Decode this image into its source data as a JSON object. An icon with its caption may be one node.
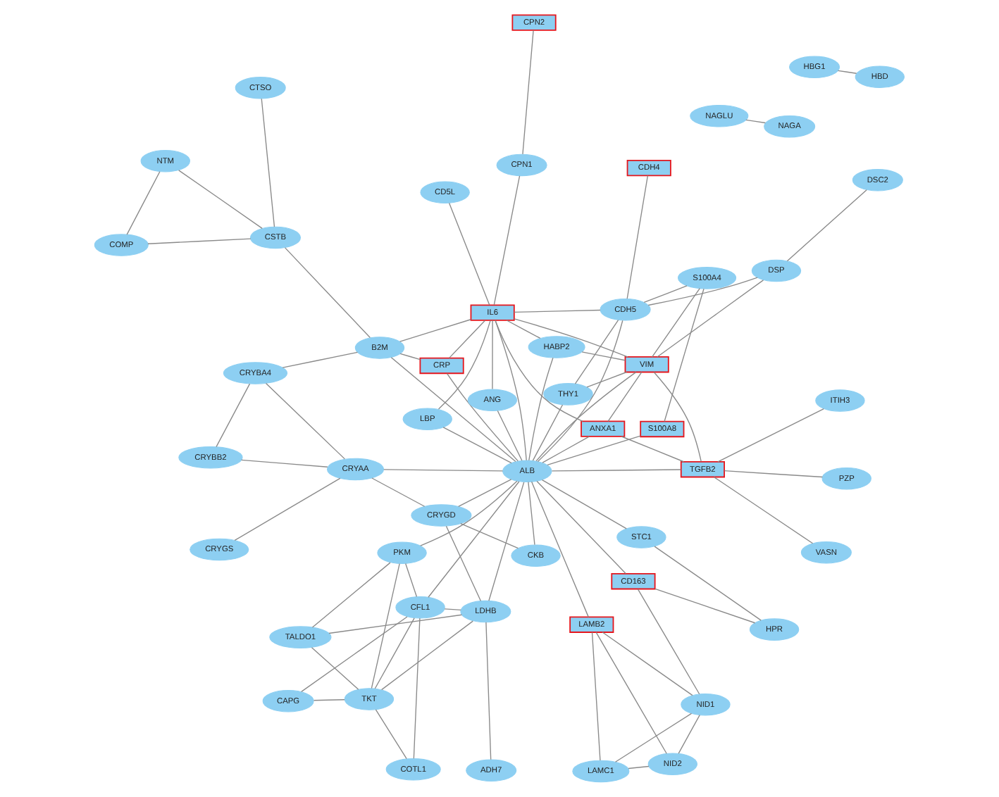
{
  "diagram": {
    "nodes": [
      {
        "text": [
          "CAPG"
        ]
      },
      {
        "text": [
          "COTL1"
        ]
      },
      {
        "text": [
          "TKT"
        ]
      },
      {
        "text": [
          "TALDO1"
        ]
      },
      {
        "text": [
          "ADH7"
        ]
      },
      {
        "text": [
          "CFL1"
        ]
      },
      {
        "text": [
          "PKM"
        ]
      },
      {
        "text": [
          "LDHB"
        ]
      },
      {
        "text": [
          "LAMC1"
        ]
      },
      {
        "text": [
          "LAMB2"
        ]
      },
      {
        "text": [
          "NID2"
        ]
      },
      {
        "text": [
          "CRYGS"
        ]
      },
      {
        "text": [
          "HPR"
        ]
      },
      {
        "text": [
          "CRYGD"
        ]
      },
      {
        "text": [
          "NID1"
        ]
      },
      {
        "text": [
          "CKB"
        ]
      },
      {
        "text": [
          "CRYAA"
        ]
      },
      {
        "text": [
          "CRYBB2"
        ]
      },
      {
        "text": [
          "NAGLU"
        ]
      },
      {
        "text": [
          "STC1"
        ]
      },
      {
        "text": [
          "CD163"
        ]
      },
      {
        "text": [
          "ALB"
        ]
      },
      {
        "text": [
          "LBP"
        ]
      },
      {
        "text": [
          "CRP"
        ]
      },
      {
        "text": [
          "ITIH3"
        ]
      },
      {
        "text": [
          "CRYBA4"
        ]
      },
      {
        "text": [
          "NAGA"
        ]
      },
      {
        "text": [
          "ANG"
        ]
      },
      {
        "text": [
          "CPN1"
        ]
      },
      {
        "text": [
          "CPN2"
        ]
      },
      {
        "text": [
          "IL6"
        ]
      },
      {
        "text": [
          "ANXA1"
        ]
      },
      {
        "text": [
          "B2M"
        ]
      },
      {
        "text": [
          "S100A8"
        ]
      },
      {
        "text": [
          "THY1"
        ]
      },
      {
        "text": [
          "HABP2"
        ]
      },
      {
        "text": [
          "TGFB2"
        ]
      },
      {
        "text": [
          "CSTB"
        ]
      },
      {
        "text": [
          "NTM"
        ]
      },
      {
        "text": [
          "CD5L"
        ]
      },
      {
        "text": [
          "CDH5"
        ]
      },
      {
        "text": [
          "VIM"
        ]
      },
      {
        "text": [
          "CTSO"
        ]
      },
      {
        "text": [
          "COMP"
        ]
      },
      {
        "text": [
          "S100A4"
        ]
      },
      {
        "text": [
          "PZP"
        ]
      },
      {
        "text": [
          "HBG1"
        ]
      },
      {
        "text": [
          "VASN"
        ]
      },
      {
        "text": [
          "CDH4"
        ]
      },
      {
        "text": [
          "DSP"
        ]
      },
      {
        "text": [
          "HBD"
        ]
      },
      {
        "text": [
          "DSC2"
        ]
      }
    ],
    "edges": [
      {
        "from": 0,
        "to": 2,
        "arrow": "none"
      },
      {
        "from": 0,
        "to": 5,
        "arrow": "none"
      },
      {
        "from": 1,
        "to": 2,
        "arrow": "none"
      },
      {
        "from": 1,
        "to": 5,
        "arrow": "none"
      },
      {
        "from": 2,
        "to": 3,
        "arrow": "none"
      },
      {
        "from": 2,
        "to": 5,
        "arrow": "none"
      },
      {
        "from": 2,
        "to": 6,
        "arrow": "none"
      },
      {
        "from": 2,
        "to": 7,
        "arrow": "none"
      },
      {
        "from": 3,
        "to": 6,
        "arrow": "none"
      },
      {
        "from": 3,
        "to": 7,
        "arrow": "none"
      },
      {
        "from": 4,
        "to": 7,
        "arrow": "none"
      },
      {
        "from": 5,
        "to": 6,
        "arrow": "none"
      },
      {
        "from": 5,
        "to": 7,
        "arrow": "none"
      },
      {
        "from": 5,
        "to": 21,
        "arrow": "none"
      },
      {
        "from": 6,
        "to": 21,
        "arrow": "none"
      },
      {
        "from": 7,
        "to": 13,
        "arrow": "none"
      },
      {
        "from": 7,
        "to": 21,
        "arrow": "none"
      },
      {
        "from": 8,
        "to": 10,
        "arrow": "none"
      },
      {
        "from": 8,
        "to": 14,
        "arrow": "none"
      },
      {
        "from": 8,
        "to": 9,
        "arrow": "none"
      },
      {
        "from": 10,
        "to": 9,
        "arrow": "none"
      },
      {
        "from": 10,
        "to": 14,
        "arrow": "none"
      },
      {
        "from": 14,
        "to": 9,
        "arrow": "none"
      },
      {
        "from": 9,
        "to": 21,
        "arrow": "none"
      },
      {
        "from": 14,
        "to": 20,
        "arrow": "none"
      },
      {
        "from": 12,
        "to": 20,
        "arrow": "none"
      },
      {
        "from": 12,
        "to": 19,
        "arrow": "none"
      },
      {
        "from": 19,
        "to": 21,
        "arrow": "none"
      },
      {
        "from": 13,
        "to": 21,
        "arrow": "none"
      },
      {
        "from": 13,
        "to": 15,
        "arrow": "none"
      },
      {
        "from": 13,
        "to": 16,
        "arrow": "none"
      },
      {
        "from": 15,
        "to": 21,
        "arrow": "none"
      },
      {
        "from": 16,
        "to": 21,
        "arrow": "none"
      },
      {
        "from": 16,
        "to": 11,
        "arrow": "none"
      },
      {
        "from": 16,
        "to": 17,
        "arrow": "none"
      },
      {
        "from": 16,
        "to": 25,
        "arrow": "none"
      },
      {
        "from": 17,
        "to": 25,
        "arrow": "none"
      },
      {
        "from": 25,
        "to": 32,
        "arrow": "none"
      },
      {
        "from": 18,
        "to": 26,
        "arrow": "none"
      },
      {
        "from": 20,
        "to": 21,
        "arrow": "none"
      },
      {
        "from": 22,
        "to": 21,
        "arrow": "none"
      },
      {
        "from": 22,
        "to": 30,
        "arrow": "none"
      },
      {
        "from": 21,
        "to": 23,
        "arrow": "none"
      },
      {
        "from": 21,
        "to": 32,
        "arrow": "none"
      },
      {
        "from": 23,
        "to": 32,
        "arrow": "none"
      },
      {
        "from": 23,
        "to": 30,
        "arrow": "none"
      },
      {
        "from": 24,
        "to": 36,
        "arrow": "none"
      },
      {
        "from": 21,
        "to": 30,
        "arrow": "none"
      },
      {
        "from": 21,
        "to": 27,
        "arrow": "none"
      },
      {
        "from": 21,
        "to": 34,
        "arrow": "none"
      },
      {
        "from": 21,
        "to": 33,
        "arrow": "none"
      },
      {
        "from": 21,
        "to": 35,
        "arrow": "none"
      },
      {
        "from": 21,
        "to": 41,
        "arrow": "none"
      },
      {
        "from": 21,
        "to": 40,
        "arrow": "none"
      },
      {
        "from": 21,
        "to": 31,
        "arrow": "none"
      },
      {
        "from": 21,
        "to": 36,
        "arrow": "none"
      },
      {
        "from": 27,
        "to": 30,
        "arrow": "none"
      },
      {
        "from": 28,
        "to": 30,
        "arrow": "none"
      },
      {
        "from": 28,
        "to": 29,
        "arrow": "none"
      },
      {
        "from": 30,
        "to": 31,
        "arrow": "none"
      },
      {
        "from": 30,
        "to": 32,
        "arrow": "none"
      },
      {
        "from": 30,
        "to": 40,
        "arrow": "none"
      },
      {
        "from": 30,
        "to": 41,
        "arrow": "none"
      },
      {
        "from": 30,
        "to": 35,
        "arrow": "none"
      },
      {
        "from": 31,
        "to": 36,
        "arrow": "none"
      },
      {
        "from": 31,
        "to": 41,
        "arrow": "none"
      },
      {
        "from": 35,
        "to": 41,
        "arrow": "none"
      },
      {
        "from": 36,
        "to": 41,
        "arrow": "none"
      },
      {
        "from": 36,
        "to": 45,
        "arrow": "none"
      },
      {
        "from": 36,
        "to": 47,
        "arrow": "none"
      },
      {
        "from": 32,
        "to": 37,
        "arrow": "none"
      },
      {
        "from": 37,
        "to": 38,
        "arrow": "none"
      },
      {
        "from": 37,
        "to": 42,
        "arrow": "none"
      },
      {
        "from": 37,
        "to": 43,
        "arrow": "none"
      },
      {
        "from": 38,
        "to": 43,
        "arrow": "none"
      },
      {
        "from": 33,
        "to": 44,
        "arrow": "none"
      },
      {
        "from": 39,
        "to": 30,
        "arrow": "none"
      },
      {
        "from": 34,
        "to": 40,
        "arrow": "none"
      },
      {
        "from": 34,
        "to": 41,
        "arrow": "none"
      },
      {
        "from": 40,
        "to": 44,
        "arrow": "none"
      },
      {
        "from": 40,
        "to": 48,
        "arrow": "none"
      },
      {
        "from": 40,
        "to": 49,
        "arrow": "none"
      },
      {
        "from": 41,
        "to": 49,
        "arrow": "none"
      },
      {
        "from": 41,
        "to": 44,
        "arrow": "none"
      },
      {
        "from": 49,
        "to": 51,
        "arrow": "none"
      },
      {
        "from": 46,
        "to": 50,
        "arrow": "none"
      }
    ]
  }
}
